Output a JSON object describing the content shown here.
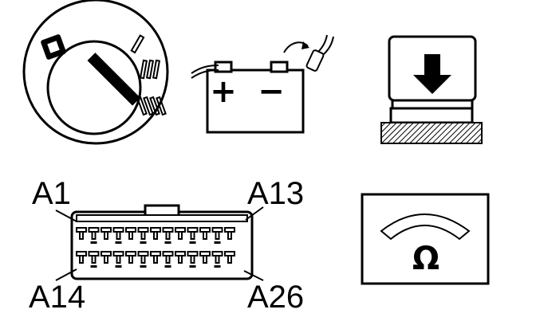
{
  "battery": {
    "positive_sign": "+",
    "negative_sign": "−"
  },
  "connector": {
    "pin_labels": {
      "top_left": "A1",
      "top_right": "A13",
      "bottom_left": "A14",
      "bottom_right": "A26"
    },
    "pin_count": 26
  },
  "meter": {
    "unit_symbol": "Ω"
  },
  "icons": [
    "ignition-switch-off-icon",
    "battery-disconnect-negative-icon",
    "press-down-icon",
    "connector-icon",
    "ohmmeter-icon"
  ],
  "colors": {
    "ink": "#000000",
    "paper": "#ffffff",
    "hatch": "#555555"
  }
}
